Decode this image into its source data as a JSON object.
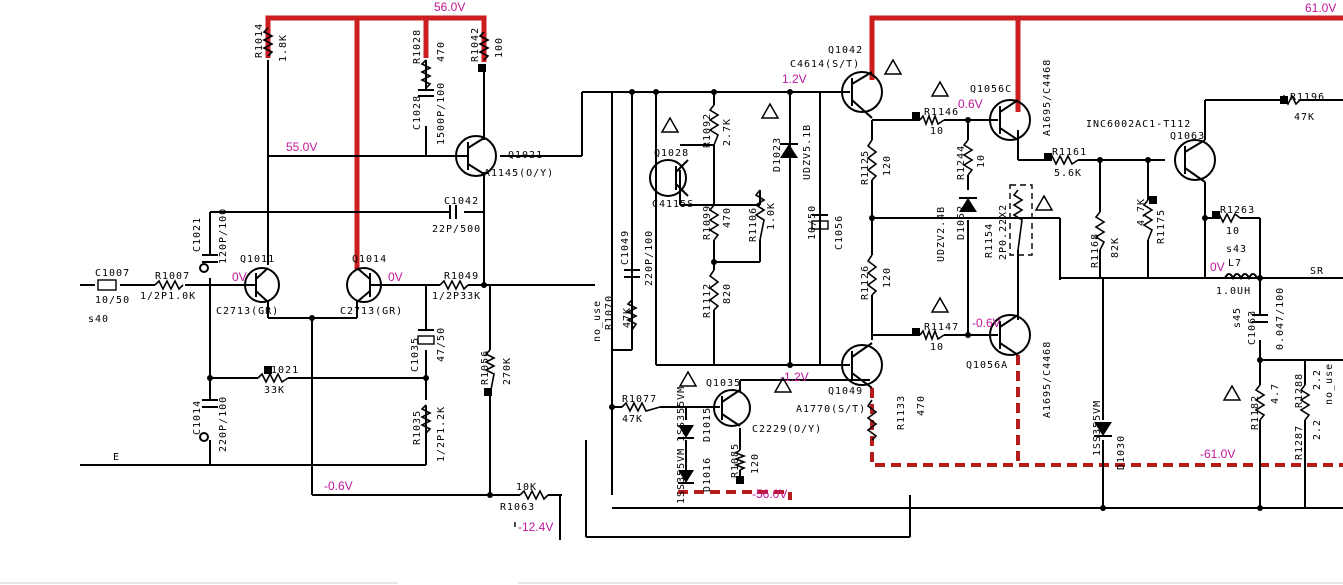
{
  "voltages": {
    "v_top_left": "56.0V",
    "v_top_right": "61.0V",
    "v_q1021": "55.0V",
    "v_q1011": "0V",
    "v_q1014": "0V",
    "v_q1042": "1.2V",
    "v_q1056c": "0.6V",
    "v_l7": "0V",
    "v_q1056a": "-0.6V",
    "v_q1049": "-1.2V",
    "v_bottom_left": "-0.6V",
    "v_r1063": "-12.4V",
    "v_r1085": "-56.0V",
    "v_bottom_right": "-61.0V"
  },
  "resistors": {
    "r1014": "R1014",
    "r1014v": "1.8K",
    "r1028": "R1028",
    "r1028v": "470",
    "r1042": "R1042",
    "r1042v": "100",
    "r1007": "R1007",
    "r1007v": "1/2P1.0K",
    "r1049": "R1049",
    "r1049v": "1/2P33K",
    "r1021": "R1021",
    "r1021v": "33K",
    "r1035": "R1035",
    "r1035v": "1/2P1.2K",
    "r1056": "R1056",
    "r1056v": "270K",
    "r1063": "R1063",
    "r1063v": "10K",
    "r1070": "R1070",
    "r1070v": "47K",
    "r1092": "R1092",
    "r1092v": "2.7K",
    "r1099": "R1099",
    "r1099v": "470",
    "r1106": "R1106",
    "r1106v": "1.0K",
    "r1112": "R1112",
    "r1112v": "820",
    "r1077": "R1077",
    "r1077v": "47K",
    "r1085": "R1085",
    "r1085v": "120",
    "r1125": "R1125",
    "r1125v": "120",
    "r1126": "R1126",
    "r1126v": "120",
    "r1133": "R1133",
    "r1133v": "470",
    "r1146": "R1146",
    "r1146v": "10",
    "r1147": "R1147",
    "r1147v": "10",
    "r1244": "R1244",
    "r1244v": "10",
    "r1154": "R1154",
    "r1154v": "2P0.22X2",
    "r1161": "R1161",
    "r1161v": "5.6K",
    "r1168": "R1168",
    "r1168v": "82K",
    "r1175": "R1175",
    "r1175v": "4.7K",
    "r1196": "R1196",
    "r1196v": "47K",
    "r1263": "R1263",
    "r1263v": "10",
    "r1182": "R1182",
    "r1182v": "4.7",
    "r1288": "R1288",
    "r1288v": "2.2",
    "r1287": "R1287",
    "r1287v": "2.2",
    "no_use_a": "no_use",
    "no_use_b": "no_use"
  },
  "capacitors": {
    "c1028": "C1028",
    "c1028v": "1500P/100",
    "c1042": "C1042",
    "c1042v": "22P/500",
    "c1021": "C1021",
    "c1021v": "120P/100",
    "c1007": "C1007",
    "c1007v": "10/50",
    "c1014": "C1014",
    "c1014v": "220P/100",
    "c1035": "C1035",
    "c1035v": "47/50",
    "c1049": "C1049",
    "c1049v": "220P/100",
    "c1056": "C1056",
    "c1056v": "10/50",
    "c1063": "C1063",
    "c1063v": "0.047/100"
  },
  "transistors": {
    "q1021": "Q1021",
    "q1021t": "A1145(O/Y)",
    "q1011": "Q1011",
    "q1011t": "C2713(GR)",
    "q1014": "Q1014",
    "q1014t": "C2713(GR)",
    "q1028": "Q1028",
    "q1028t": "C4115S",
    "q1035": "Q1035",
    "q1035t": "C2229(O/Y)",
    "q1042": "Q1042",
    "q1042t": "C4614(S/T)",
    "q1049": "Q1049",
    "q1049t": "A1770(S/T)",
    "q1056c": "Q1056C",
    "q1056ct": "A1695/C4468",
    "q1056a": "Q1056A",
    "q1056at": "A1695/C4468",
    "q1063": "Q1063",
    "q1063t": "INC6002AC1-T112"
  },
  "diodes": {
    "d1023": "D1023",
    "d1023t": "UDZV5.1B",
    "d1052": "D1052",
    "d1052t": "UDZV2.4B",
    "d1015": "D1015",
    "d1015t": "1SS355VM",
    "d1016": "D1016",
    "d1016t": "1SS355VM",
    "d1030": "D1030",
    "d1030t": "1SS355VM"
  },
  "misc": {
    "s40": "s40",
    "s43": "s43",
    "s45": "s45",
    "e_label": "E",
    "sr_label": "SR",
    "l7": "L7",
    "l7v": "1.0UH"
  }
}
